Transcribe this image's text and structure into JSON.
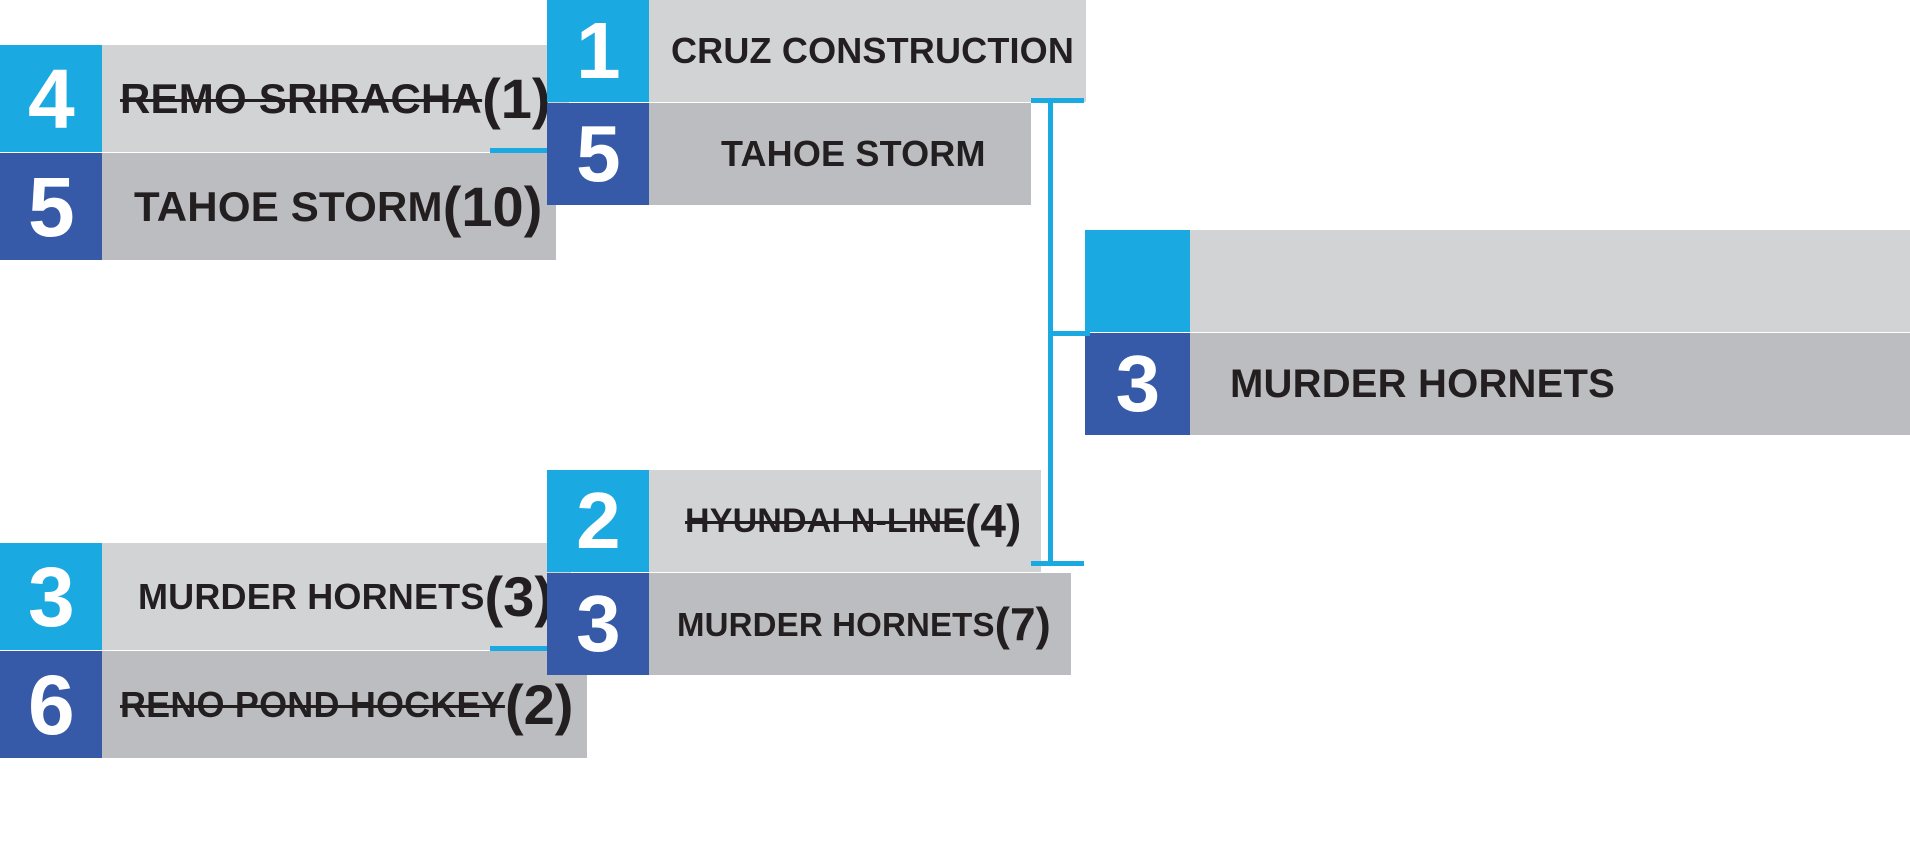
{
  "colors": {
    "seed_light": "#1AA9E0",
    "seed_dark": "#3659A8",
    "name_light": "#D2D3D5",
    "name_dark": "#BCBDC0",
    "text_dark": "#231F20",
    "text_light": "#FFFFFF",
    "connector": "#1AA9E0"
  },
  "rounds": {
    "round1": {
      "matchups": [
        {
          "slots": [
            {
              "seed": "4",
              "team": "REMO SRIRACHA",
              "score": "(1)",
              "eliminated": true
            },
            {
              "seed": "5",
              "team": "TAHOE STORM",
              "score": "(10)",
              "eliminated": false
            }
          ]
        },
        {
          "slots": [
            {
              "seed": "3",
              "team": "MURDER HORNETS",
              "score": "(3)",
              "eliminated": false
            },
            {
              "seed": "6",
              "team": "RENO POND HOCKEY",
              "score": "(2)",
              "eliminated": true
            }
          ]
        }
      ]
    },
    "round2": {
      "matchups": [
        {
          "slots": [
            {
              "seed": "1",
              "team": "CRUZ CONSTRUCTION",
              "score": "",
              "eliminated": false
            },
            {
              "seed": "5",
              "team": "TAHOE STORM",
              "score": "",
              "eliminated": false
            }
          ]
        },
        {
          "slots": [
            {
              "seed": "2",
              "team": "HYUNDAI N-LINE",
              "score": "(4)",
              "eliminated": true
            },
            {
              "seed": "3",
              "team": "MURDER HORNETS",
              "score": "(7)",
              "eliminated": false
            }
          ]
        }
      ]
    },
    "final": {
      "matchups": [
        {
          "slots": [
            {
              "seed": "",
              "team": "",
              "score": "",
              "eliminated": false
            },
            {
              "seed": "3",
              "team": "MURDER HORNETS",
              "score": "",
              "eliminated": false
            }
          ]
        }
      ]
    }
  }
}
